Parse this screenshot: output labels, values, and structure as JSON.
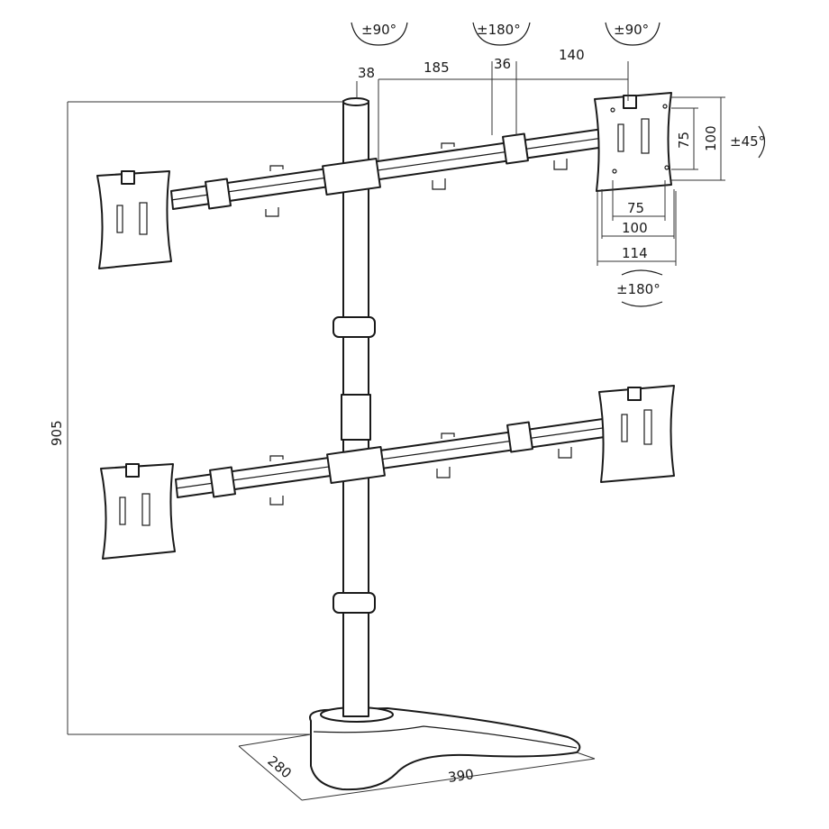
{
  "rotation_labels": {
    "top_left": "±90°",
    "top_middle": "±180°",
    "top_right": "±90°",
    "tilt": "±45°",
    "plate_rotation": "±180°"
  },
  "arm_dimensions": {
    "d1": "38",
    "d2": "185",
    "d3": "36",
    "d4": "140"
  },
  "vesa_dimensions": {
    "vertical_inner": "75",
    "vertical_outer": "100",
    "horizontal_inner": "75",
    "horizontal_outer": "100",
    "plate_width": "114"
  },
  "overall": {
    "height": "905",
    "base_depth": "280",
    "base_width": "390"
  }
}
